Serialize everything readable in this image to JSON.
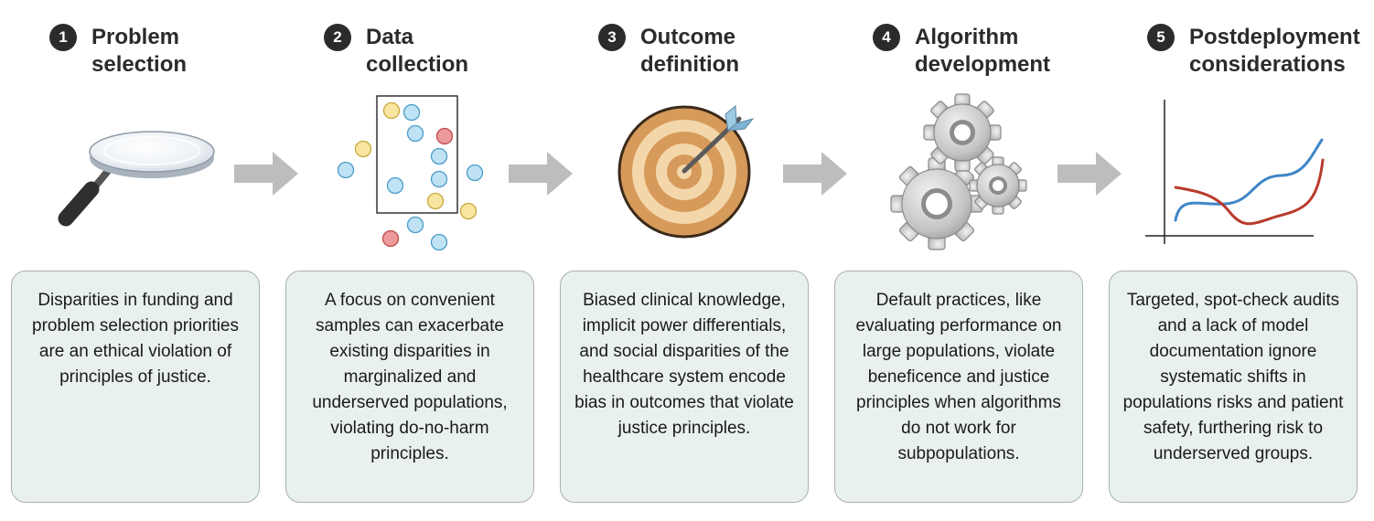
{
  "stages": [
    {
      "number": "1",
      "title": "Problem\nselection",
      "icon": "magnifying-glass-icon",
      "description": "Disparities in funding and problem selection priorities are an ethical violation of principles of justice."
    },
    {
      "number": "2",
      "title": "Data\ncollection",
      "icon": "data-points-icon",
      "description": "A focus on convenient samples can exacerbate existing disparities in marginalized and underserved populations, violating do-no-harm principles."
    },
    {
      "number": "3",
      "title": "Outcome\ndefinition",
      "icon": "target-icon",
      "description": "Biased clinical knowledge, implicit power differentials, and social disparities of the healthcare system encode bias in outcomes that violate justice principles."
    },
    {
      "number": "4",
      "title": "Algorithm\ndevelopment",
      "icon": "gears-icon",
      "description": "Default practices, like evaluating performance on large populations, violate beneficence and justice principles when algorithms do not work for subpopulations."
    },
    {
      "number": "5",
      "title": "Postdeployment\nconsiderations",
      "icon": "line-graph-icon",
      "description": "Targeted, spot-check audits and a lack of model documentation ignore systematic shifts in populations risks and patient safety, furthering risk to underserved groups."
    }
  ],
  "colors": {
    "badge": "#2b2b2b",
    "box_fill": "#e9f1ee",
    "box_border": "#a9b0ad",
    "arrow": "#bdbdbd",
    "dot_blue": "#bfe3f5",
    "dot_yellow": "#f8e5a0",
    "dot_red": "#ec9a9a",
    "target_dark": "#d69a5b",
    "target_light": "#f3d7ab",
    "gear": "#bdbdbd",
    "line_blue": "#3f86c6",
    "line_red": "#b83a2c"
  }
}
